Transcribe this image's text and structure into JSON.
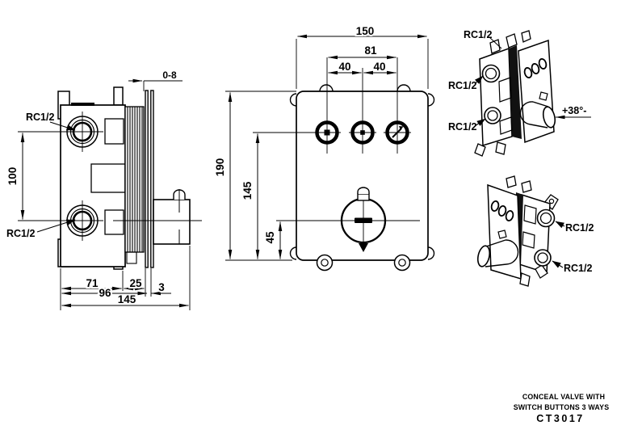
{
  "side_view": {
    "port_label_top": "RC1/2",
    "port_label_bottom": "RC1/2",
    "dims": {
      "wall_gap": "0-8",
      "port_distance": "100",
      "body_width": "71",
      "flange": "25",
      "to_plate": "96",
      "plate_thickness": "3",
      "total_depth": "145"
    }
  },
  "front_view": {
    "dims": {
      "width": "150",
      "button_span": "81",
      "button_pitch_left": "40",
      "button_pitch_right": "40",
      "height": "190",
      "buttons_height": "145",
      "dial_height": "45"
    }
  },
  "iso_top_view": {
    "port_labels": [
      "RC1/2",
      "RC1/2",
      "RC1/2"
    ],
    "temperature_label": "+38°-"
  },
  "iso_bottom_view": {
    "port_labels": [
      "RC1/2",
      "RC1/2"
    ]
  },
  "title_block": {
    "product_line1": "CONCEAL VALVE WITH",
    "product_line2": "SWITCH BUTTONS 3 WAYS",
    "model": "CT3017"
  }
}
